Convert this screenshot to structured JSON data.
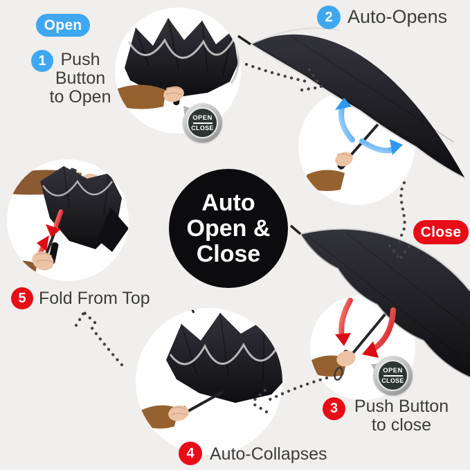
{
  "colors": {
    "background": "#f0efed",
    "blue": "#3fa7f0",
    "red": "#e80c17",
    "text": "#3c3c3c",
    "black_circle": "#0c0c0e",
    "badge_inner": "#2d3632"
  },
  "pills": {
    "open": "Open",
    "close": "Close"
  },
  "center": {
    "line1": "Auto",
    "line2": "Open &",
    "line3": "Close"
  },
  "badge": {
    "top": "OPEN",
    "bottom": "CLOSE"
  },
  "steps": {
    "s1": {
      "num": "1",
      "l1": "Push",
      "l2": "Button",
      "l3": "to Open"
    },
    "s2": {
      "num": "2",
      "label": "Auto-Opens"
    },
    "s3": {
      "num": "3",
      "l1": "Push Button",
      "l2": "to close"
    },
    "s4": {
      "num": "4",
      "label": "Auto-Collapses"
    },
    "s5": {
      "num": "5",
      "label": "Fold From Top"
    }
  }
}
